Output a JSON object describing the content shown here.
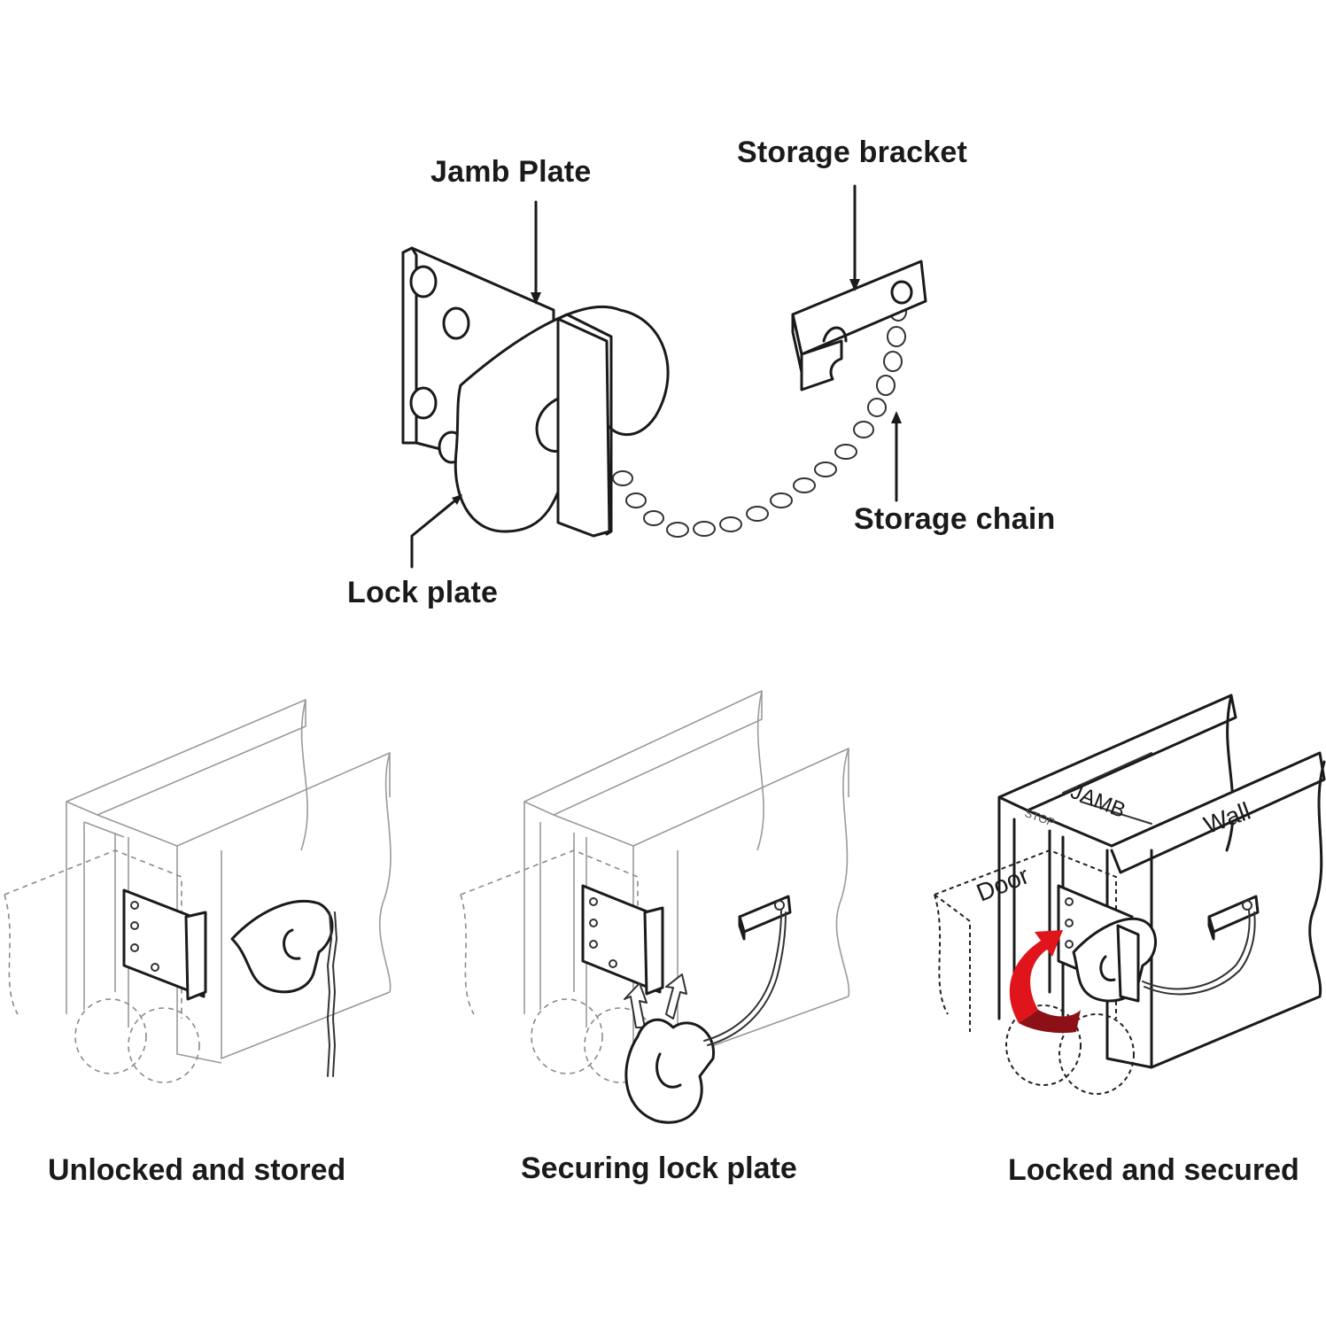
{
  "callouts": {
    "jamb_plate": "Jamb Plate",
    "storage_bracket": "Storage bracket",
    "storage_chain": "Storage chain",
    "lock_plate": "Lock plate"
  },
  "panels": [
    {
      "caption": "Unlocked and stored"
    },
    {
      "caption": "Securing lock plate"
    },
    {
      "caption": "Locked and secured"
    }
  ],
  "panel3_labels": {
    "jamb": "JAMB",
    "stop": "STOP",
    "wall": "Wall",
    "door": "Door"
  },
  "colors": {
    "ink": "#1a1a1a",
    "arrow_red": "#e0151b",
    "arrow_dark_red": "#8c1016"
  }
}
